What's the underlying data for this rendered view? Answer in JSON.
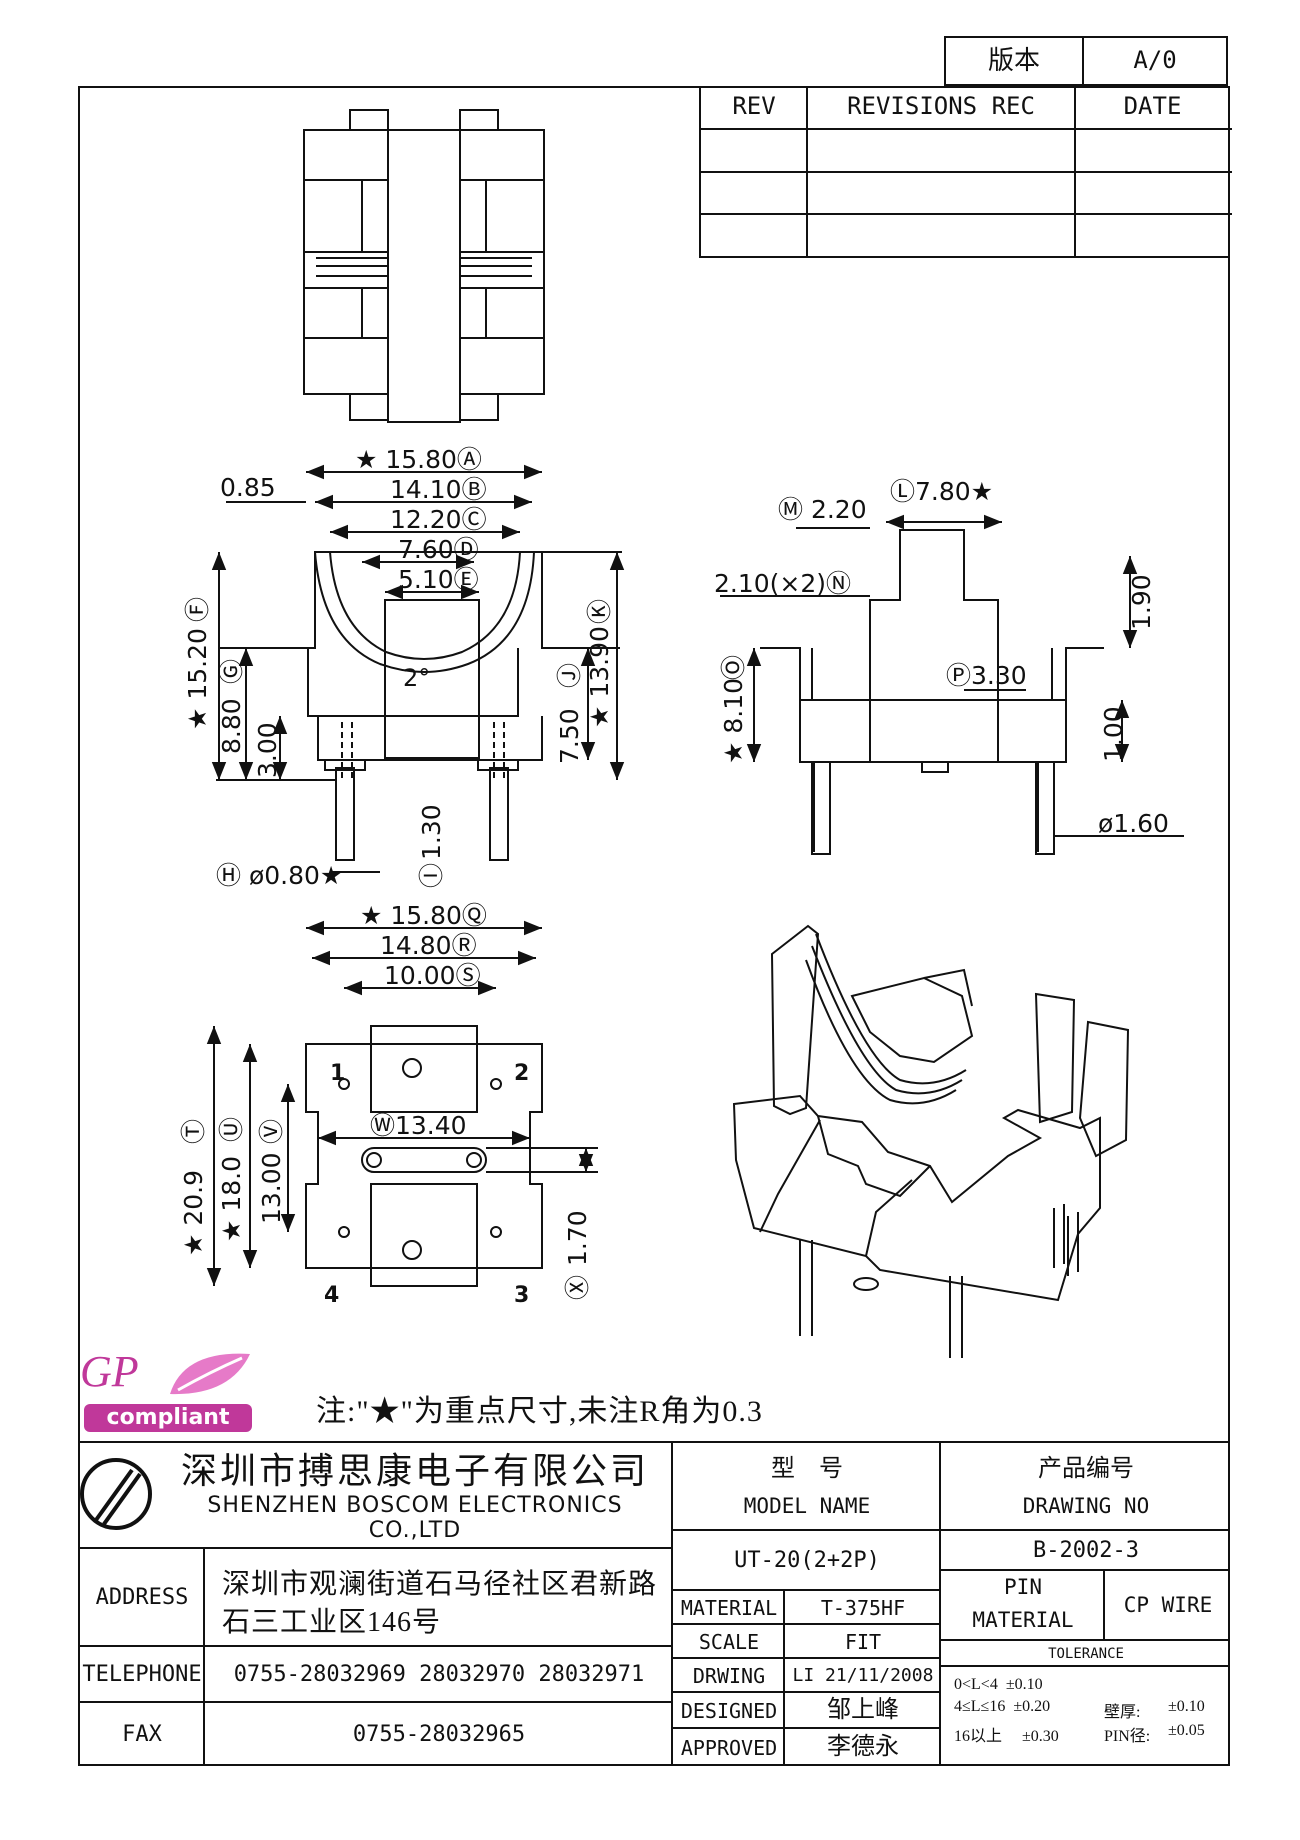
{
  "version_box": {
    "label": "版本",
    "value": "A/0"
  },
  "revisions": {
    "headers": [
      "REV",
      "REVISIONS REC",
      "DATE"
    ],
    "rows": 3
  },
  "top_view": {},
  "front_view": {
    "dims": [
      "★ 15.80Ⓐ",
      "0.85",
      "14.10Ⓑ",
      "12.20Ⓒ",
      "7.60Ⓓ",
      "5.10Ⓔ",
      "2°",
      "Ⓕ",
      "★ 15.20",
      "Ⓖ",
      "8.80",
      "3.00",
      "Ⓚ",
      "★ 13.90",
      "Ⓙ",
      "7.50",
      "1.30",
      "Ⓘ",
      "Ⓗ ø0.80★"
    ]
  },
  "side_view": {
    "dims": [
      "Ⓜ 2.20",
      "Ⓛ7.80★",
      "2.10(×2)Ⓝ",
      "1.90",
      "Ⓞ",
      "★ 8.10",
      "Ⓟ3.30",
      "1.00",
      "ø1.60"
    ]
  },
  "bottom_view": {
    "dims": [
      "★ 15.80Ⓠ",
      "14.80Ⓡ",
      "10.00Ⓢ",
      "Ⓦ13.40",
      "Ⓣ",
      "★ 20.9",
      "Ⓤ",
      "★ 18.0",
      "Ⓥ",
      "13.00",
      "1.70",
      "Ⓧ"
    ],
    "pins": [
      "1",
      "2",
      "3",
      "4"
    ]
  },
  "note": "注:\"★\"为重点尺寸,未注R角为0.3",
  "gp_logo": {
    "text": "GP",
    "badge": "compliant"
  },
  "company": {
    "name_cn": "深圳市搏思康电子有限公司",
    "name_en": "SHENZHEN BOSCOM ELECTRONICS CO.,LTD",
    "address_label": "ADDRESS",
    "address_line1": "深圳市观澜街道石马径社区君新路",
    "address_line2": "石三工业区146号",
    "telephone_label": "TELEPHONE",
    "telephone": "0755-28032969 28032970 28032971",
    "fax_label": "FAX",
    "fax": "0755-28032965"
  },
  "title_block": {
    "model_label_cn": "型    号",
    "model_label_en": "MODEL NAME",
    "model": "UT-20(2+2P)",
    "drawing_label_cn": "产品编号",
    "drawing_label_en": "DRAWING NO",
    "drawing_no": "B-2002-3",
    "material_label": "MATERIAL",
    "material": "T-375HF",
    "scale_label": "SCALE",
    "scale": "FIT",
    "drawing_by_label": "DRWING",
    "drawing_by": "LI 21/11/2008",
    "designed_label": "DESIGNED",
    "designed": "邹上峰",
    "approved_label": "APPROVED",
    "approved": "李德永",
    "pin_material_label_1": "PIN",
    "pin_material_label_2": "MATERIAL",
    "pin_material": "CP WIRE",
    "tolerance_label": "TOLERANCE",
    "tol_1": "0<L<4  ±0.10",
    "tol_2": "4≤L≤16  ±0.20",
    "tol_3": "16以上     ±0.30",
    "wall_label": "壁厚:",
    "wall_value": "±0.10",
    "pin_dia_label": "PIN径:",
    "pin_dia_value": "±0.05"
  },
  "colors": {
    "line": "#111111",
    "logo_magenta": "#c0389a",
    "logo_pink": "#e67ac8"
  }
}
